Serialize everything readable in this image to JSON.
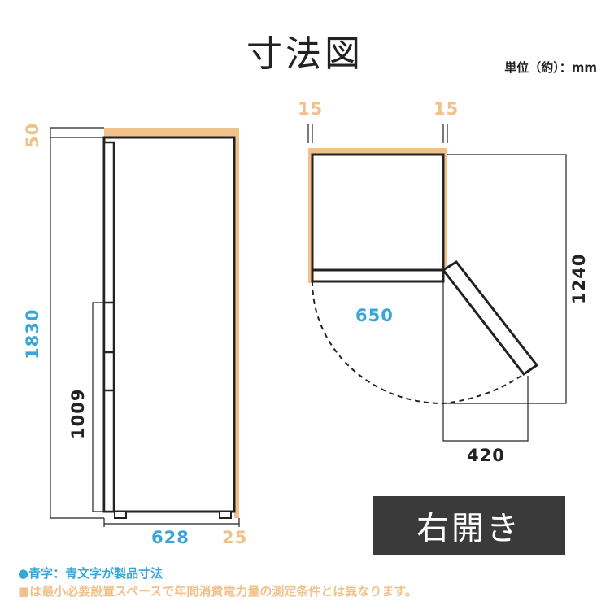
{
  "title": "寸法図",
  "unit_label": "単位（約）：mm",
  "colors": {
    "blue": "#3aa6d8",
    "orange": "#f1c18b",
    "line": "#222222",
    "badge_bg": "#3a3a3a"
  },
  "front_view": {
    "top_clearance": "50",
    "height": "1830",
    "fridge_section_height": "1009",
    "width": "628",
    "side_clearance": "25"
  },
  "top_view": {
    "left_clearance": "15",
    "right_clearance": "15",
    "depth": "650",
    "door_open_depth": "1240",
    "door_swing_width": "420"
  },
  "door_direction": "右開き",
  "legend": {
    "blue_marker": "●",
    "blue_text": "青字：青文字が製品寸法",
    "orange_marker": "■",
    "orange_text": "は最小必要設置スペースで年間消費電力量の測定条件とは異なります。"
  }
}
